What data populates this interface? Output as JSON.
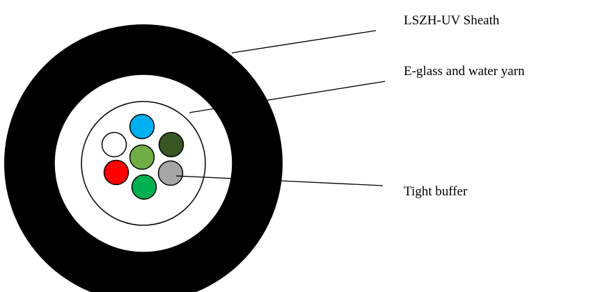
{
  "labels": {
    "sheath": "LSZH-UV Sheath",
    "yarn": "E-glass and water yarn",
    "buffer": "Tight buffer"
  },
  "colors": {
    "sheath": "#000000",
    "background": "#ffffff",
    "fiber_center": "#70ad47",
    "fiber_top": "#00b0f0",
    "fiber_top_right": "#375623",
    "fiber_right": "#a6a6a6",
    "fiber_bottom": "#00b050",
    "fiber_left": "#ff0000",
    "fiber_top_left": "#ffffff"
  },
  "fibers": [
    {
      "name": "fiber-center",
      "color": "#70ad47"
    },
    {
      "name": "fiber-blue",
      "color": "#00b0f0"
    },
    {
      "name": "fiber-dark-green",
      "color": "#375623"
    },
    {
      "name": "fiber-grey",
      "color": "#a6a6a6"
    },
    {
      "name": "fiber-green",
      "color": "#00b050"
    },
    {
      "name": "fiber-red",
      "color": "#ff0000"
    },
    {
      "name": "fiber-white",
      "color": "#ffffff"
    }
  ]
}
